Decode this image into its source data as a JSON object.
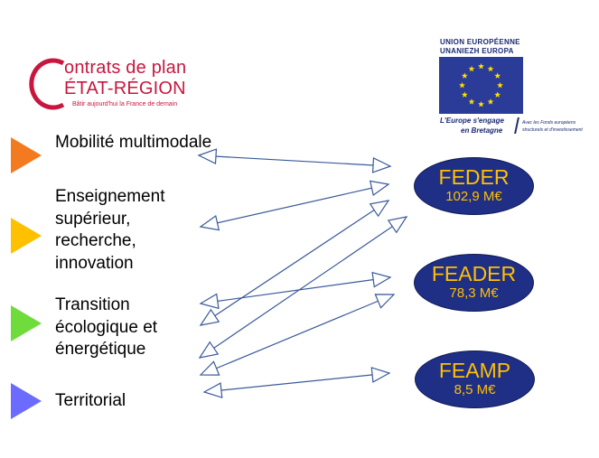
{
  "logo": {
    "line1": "ontrats de plan",
    "line2": "ÉTAT-RÉGION",
    "tagline": "Bâtir aujourd'hui la France de demain",
    "color": "#c8173f"
  },
  "eu": {
    "line1": "UNION EUROPÉENNE",
    "line2": "UNANIEZH EUROPA",
    "slogan1": "L'Europe s'engage",
    "slogan2": "en Bretagne",
    "small1": "Avec les Fonds européens",
    "small2": "structurels et d'investissement",
    "flag_color": "#2a3c98",
    "star_color": "#ffdd00"
  },
  "items": [
    {
      "label": "Mobilité multimodale",
      "color": "#f47a1f"
    },
    {
      "label": "Enseignement supérieur, recherche, innovation",
      "color": "#ffc000"
    },
    {
      "label": "Transition écologique et énergétique",
      "color": "#6fdc3c"
    },
    {
      "label": "Territorial",
      "color": "#6b6bff"
    }
  ],
  "funds": [
    {
      "name": "FEDER",
      "amount": "102,9 M€"
    },
    {
      "name": "FEADER",
      "amount": "78,3 M€"
    },
    {
      "name": "FEAMP",
      "amount": "8,5 M€"
    }
  ],
  "colors": {
    "fund_fill": "#1f2f86",
    "fund_text": "#ffc000",
    "arrow": "#3a5a9a"
  }
}
